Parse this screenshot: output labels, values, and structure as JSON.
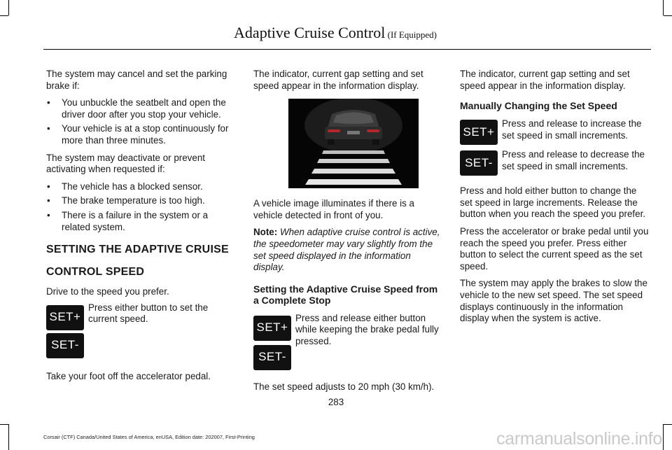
{
  "header": {
    "title": "Adaptive Cruise Control",
    "subtitle": " (If Equipped)"
  },
  "col1": {
    "intro1": "The system may cancel and set the parking brake if:",
    "bullets1": [
      "You unbuckle the seatbelt and open the driver door after you stop your vehicle.",
      "Your vehicle is at a stop continuously for more than three minutes."
    ],
    "intro2": "The system may deactivate or prevent activating when requested if:",
    "bullets2": [
      "The vehicle has a blocked sensor.",
      "The brake temperature is too high.",
      "There is a failure in the system or a related system."
    ],
    "heading_line1": "SETTING THE ADAPTIVE CRUISE",
    "heading_line2": "CONTROL SPEED",
    "drive": "Drive to the speed you prefer.",
    "btn_set_plus": "SET+",
    "btn_set_minus": "SET-",
    "press_either": "Press either button to set the current speed.",
    "take_foot": "Take your foot off the accelerator pedal."
  },
  "col2": {
    "indicator": "The indicator, current gap setting and set speed appear in the information display.",
    "vehicle_image": "A vehicle image illuminates if there is a vehicle detected in front of you.",
    "note_label": "Note:",
    "note_text": " When adaptive cruise control is active, the speedometer may vary slightly from the set speed displayed in the information display.",
    "subheading": "Setting the Adaptive Cruise Speed from a Complete Stop",
    "btn_set_plus": "SET+",
    "btn_set_minus": "SET-",
    "press_release": "Press and release either button while keeping the brake pedal fully pressed.",
    "set_speed_adjusts": "The set speed adjusts to 20 mph (30 km/h)."
  },
  "col3": {
    "indicator": "The indicator, current gap setting and set speed appear in the information display.",
    "subheading": "Manually Changing the Set Speed",
    "btn_set_plus": "SET+",
    "increase": "Press and release to increase the set speed in small increments.",
    "btn_set_minus": "SET-",
    "decrease": "Press and release to decrease the set speed in small increments.",
    "hold": "Press and hold either button to change the set speed in large increments. Release the button when you reach the speed you prefer.",
    "accelerator": "Press the accelerator or brake pedal until you reach the speed you prefer. Press either button to select the current speed as the set speed.",
    "brakes": "The system may apply the brakes to slow the vehicle to the new set speed.  The set speed displays continuously in the information display when the system is active."
  },
  "page_number": "283",
  "footer": "Corsair (CTF) Canada/United States of America, enUSA, Edition date: 202007, First-Printing",
  "watermark": "carmanualsonline.info"
}
